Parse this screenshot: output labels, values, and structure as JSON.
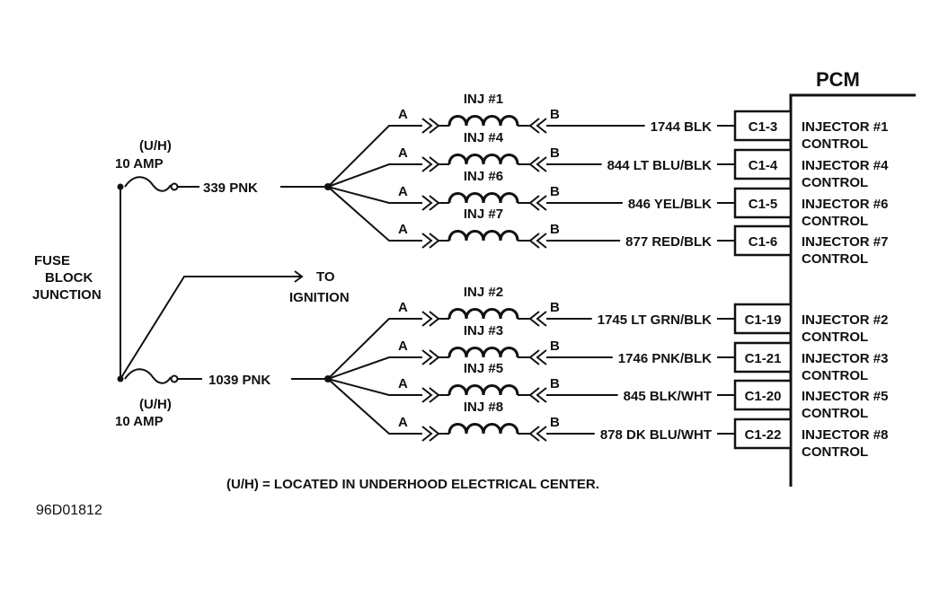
{
  "pcm_label": "PCM",
  "fuse_block_label": [
    "FUSE",
    "BLOCK",
    "JUNCTION"
  ],
  "to_ignition_label": [
    "TO",
    "IGNITION"
  ],
  "footnote": "(U/H) = LOCATED IN UNDERHOOD ELECTRICAL CENTER.",
  "figure_code": "96D01812",
  "fuses": [
    {
      "location": "(U/H)",
      "rating": "10 AMP",
      "feed_wire": "339 PNK"
    },
    {
      "location": "(U/H)",
      "rating": "10 AMP",
      "feed_wire": "1039 PNK"
    }
  ],
  "connector_pin_a": "A",
  "connector_pin_b": "B",
  "injectors": [
    {
      "name": "INJ #1",
      "wire": "1744 BLK",
      "pin": "C1-3",
      "control": [
        "INJECTOR #1",
        "CONTROL"
      ],
      "bank": 0
    },
    {
      "name": "INJ #4",
      "wire": "844 LT BLU/BLK",
      "pin": "C1-4",
      "control": [
        "INJECTOR #4",
        "CONTROL"
      ],
      "bank": 0
    },
    {
      "name": "INJ #6",
      "wire": "846 YEL/BLK",
      "pin": "C1-5",
      "control": [
        "INJECTOR #6",
        "CONTROL"
      ],
      "bank": 0
    },
    {
      "name": "INJ #7",
      "wire": "877 RED/BLK",
      "pin": "C1-6",
      "control": [
        "INJECTOR #7",
        "CONTROL"
      ],
      "bank": 0
    },
    {
      "name": "INJ #2",
      "wire": "1745 LT GRN/BLK",
      "pin": "C1-19",
      "control": [
        "INJECTOR #2",
        "CONTROL"
      ],
      "bank": 1
    },
    {
      "name": "INJ #3",
      "wire": "1746 PNK/BLK",
      "pin": "C1-21",
      "control": [
        "INJECTOR #3",
        "CONTROL"
      ],
      "bank": 1
    },
    {
      "name": "INJ #5",
      "wire": "845 BLK/WHT",
      "pin": "C1-20",
      "control": [
        "INJECTOR #5",
        "CONTROL"
      ],
      "bank": 1
    },
    {
      "name": "INJ #8",
      "wire": "878 DK BLU/WHT",
      "pin": "C1-22",
      "control": [
        "INJECTOR #8",
        "CONTROL"
      ],
      "bank": 1
    }
  ]
}
